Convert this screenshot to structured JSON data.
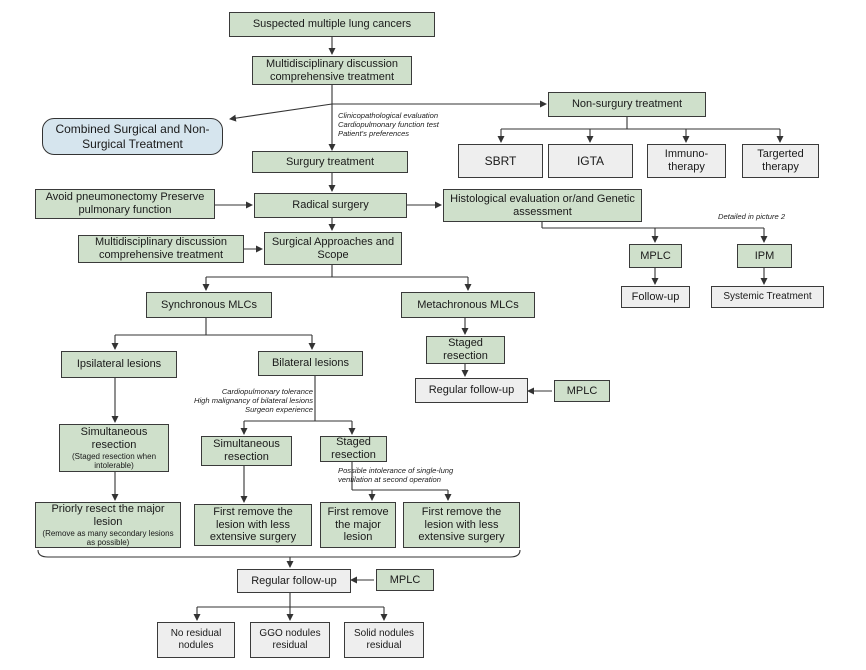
{
  "nodes": {
    "suspected": "Suspected multiple lung cancers",
    "mdt1": "Multidisciplinary discussion comprehensive treatment",
    "combined": "Combined Surgical and Non-Surgical Treatment",
    "nonsurgery": "Non-surgury treatment",
    "sbrt": "SBRT",
    "igta": "IGTA",
    "immuno": "Immuno-therapy",
    "targeted": "Targerted therapy",
    "surgery": "Surgury treatment",
    "avoid": "Avoid pneumonectomy Preserve pulmonary function",
    "radical": "Radical surgery",
    "histo": "Histological evaluation or/and Genetic assessment",
    "mdt2": "Multidisciplinary discussion comprehensive treatment",
    "approaches": "Surgical Approaches and Scope",
    "mplc_top": "MPLC",
    "ipm": "IPM",
    "followup_top": "Follow-up",
    "systemic": "Systemic Treatment",
    "sync": "Synchronous MLCs",
    "meta": "Metachronous MLCs",
    "staged_meta": "Staged resection",
    "regular_meta": "Regular follow-up",
    "mplc_meta": "MPLC",
    "ipsi": "Ipsilateral lesions",
    "bilat": "Bilateral lesions",
    "sim_ipsi_main": "Simultaneous resection",
    "sim_ipsi_sub": "(Staged resection when intolerable)",
    "sim_bilat": "Simultaneous resection",
    "staged_bilat": "Staged resection",
    "priorly_main": "Priorly resect the major lesion",
    "priorly_sub": "(Remove as many secondary lesions as possible)",
    "first_less_1": "First remove the lesion with less extensive surgery",
    "first_major": "First remove the major lesion",
    "first_less_2": "First remove the lesion with less extensive surgery",
    "regular_bottom": "Regular follow-up",
    "mplc_bottom": "MPLC",
    "no_residual": "No residual nodules",
    "ggo": "GGO nodules residual",
    "solid": "Solid nodules residual"
  },
  "notes": {
    "clinic": [
      "Clinicopathological evaluation",
      "Cardiopulmonary function test",
      "Patient's preferences"
    ],
    "detailed": "Detailed in picture 2",
    "cardio": [
      "Cardiopulmonary tolerance",
      "High malignancy of bilateral lesions",
      "Surgeon experience"
    ],
    "possible": [
      "Possible intolerance of single-lung",
      "ventilation at second operation"
    ]
  },
  "colors": {
    "node_green": "#cfe0cb",
    "node_gray": "#eeeeee",
    "node_blue": "#d6e5ee",
    "line": "#333333"
  }
}
